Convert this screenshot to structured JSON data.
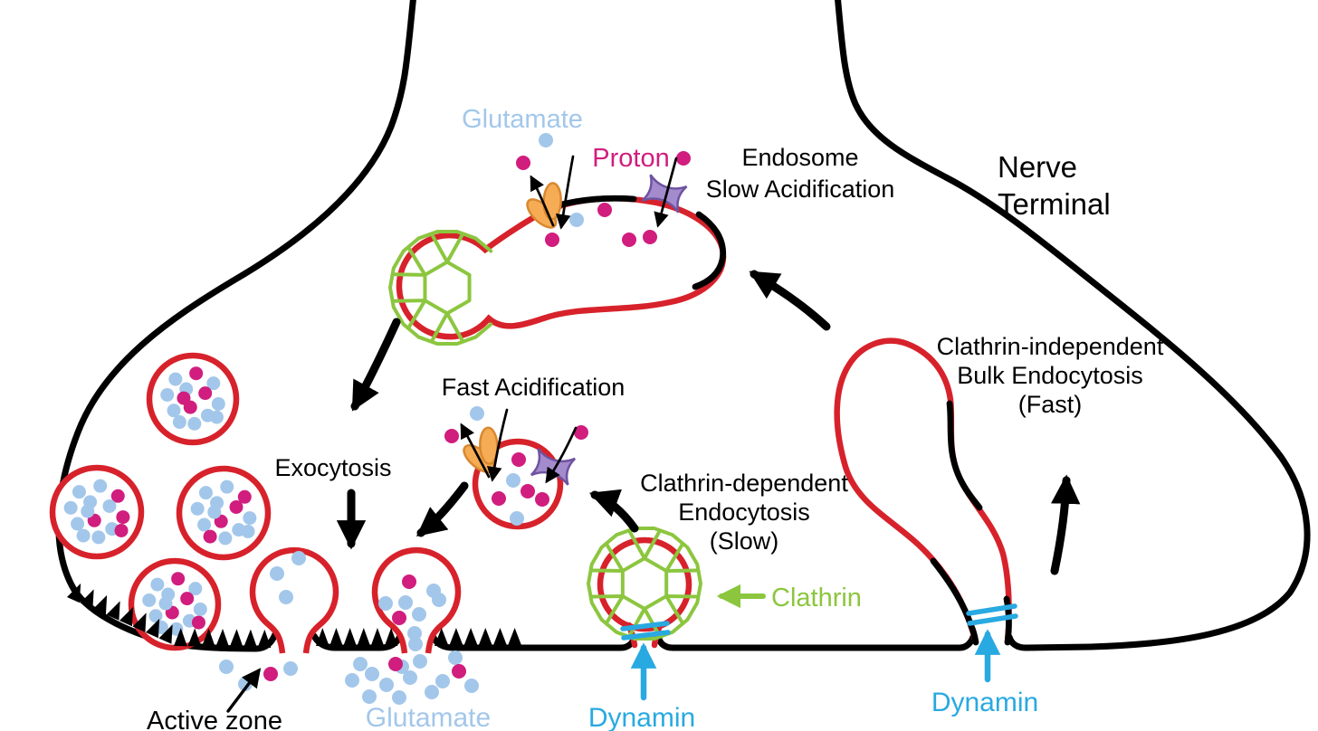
{
  "diagram": {
    "region_label": {
      "line1": "Nerve",
      "line2": "Terminal"
    },
    "labels": {
      "glutamate_top": "Glutamate",
      "proton": "Proton",
      "endosome_line1": "Endosome",
      "endosome_line2": "Slow Acidification",
      "bulk_line1": "Clathrin-independent",
      "bulk_line2": "Bulk Endocytosis",
      "bulk_line3": "(Fast)",
      "fast_acidification": "Fast Acidification",
      "exocytosis": "Exocytosis",
      "cme_line1": "Clathrin-dependent",
      "cme_line2": "Endocytosis",
      "cme_line3": "(Slow)",
      "clathrin": "Clathrin",
      "active_zone": "Active zone",
      "glutamate_bottom": "Glutamate",
      "dynamin_left": "Dynamin",
      "dynamin_right": "Dynamin"
    },
    "colors": {
      "background": "#ffffff",
      "membrane": "#000000",
      "vesicle": "#d7222b",
      "glutamate": "#a3c7ea",
      "proton": "#d01d7e",
      "clathrin": "#8cc63f",
      "dynamin": "#29a9e1",
      "transporter": "#f6ac54",
      "transporter_outline": "#d9882f",
      "proton_pump": "#a48bce",
      "proton_pump_outline": "#6f53a0",
      "text": "#000000"
    }
  }
}
